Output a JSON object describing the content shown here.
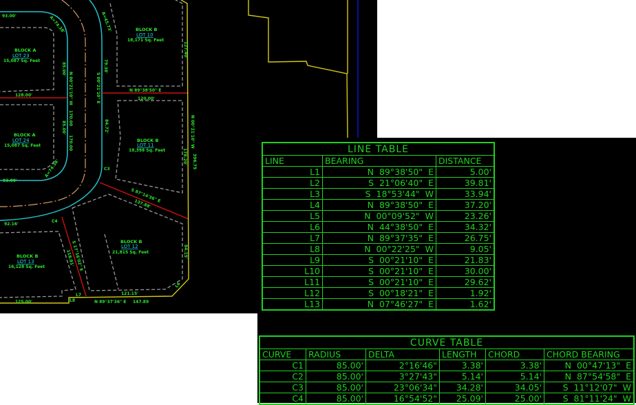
{
  "drawing": {
    "colors": {
      "background": "#000000",
      "text": "#2ee62e",
      "lot_label": "#22d6e8",
      "row_line": "#22c4cc",
      "centerline": "#d9a066",
      "lot_line": "#cc1111",
      "boundary": "#d4c814",
      "setback": "#9a9a9a",
      "easement": "#1010d0",
      "table": "#1fd11f"
    },
    "lots": [
      {
        "block": "BLOCK A",
        "lot": "LOT 23",
        "area": "15,087 Sq. Feet"
      },
      {
        "block": "BLOCK B",
        "lot": "LOT 10",
        "area": "18,171 Sq. Feet"
      },
      {
        "block": "BLOCK A",
        "lot": "LOT 24",
        "area": "15,087 Sq. Feet"
      },
      {
        "block": "BLOCK B",
        "lot": "LOT 11",
        "area": "18,398 Sq. Feet"
      },
      {
        "block": "BLOCK B",
        "lot": "LOT 13",
        "area": "16,128 Sq. Feet"
      },
      {
        "block": "BLOCK B",
        "lot": "LOT 12",
        "area": "21,815 Sq. Feet"
      }
    ],
    "annotations": {
      "a1": "93.00'",
      "a2": "A=74.38'",
      "a3": "A=45.73'",
      "a4": "128.00'",
      "a5": "85.00'",
      "a6": "N 00°21'10\" W",
      "a7": "79.38'",
      "a8": "S 00°21'10\" E",
      "a9": "127.40'",
      "a10": "N 89°38'50\" E",
      "a11": "120.00'",
      "a12": "170.00",
      "a13": "84.72'",
      "a14": "85.00'",
      "a15": "93.00'",
      "a16": "A=74.38'",
      "a17": "C3",
      "a18": "N 00°21'10\" W",
      "a19": "178.20'",
      "a20": "396.75",
      "a21": "S 87°14'36\" E",
      "a22": "137.88'",
      "a23": "92.16'",
      "a24": "C4",
      "a25": "S 17°16'02\" E",
      "a26": "118.81'",
      "a27": "L7",
      "a28": "84.15'",
      "a29": "125.00'",
      "a30": "121.15'",
      "a31": "N 89°37'36\" E",
      "a32": "147.89",
      "a33": "L6",
      "a34": "170.00",
      "a35": "L8"
    }
  },
  "line_table": {
    "title": "LINE TABLE",
    "headers": [
      "LINE",
      "BEARING",
      "DISTANCE"
    ],
    "rows": [
      {
        "line": "L1",
        "dir1": "N",
        "angle": "89°38'50\"",
        "dir2": "E",
        "distance": "5.00'"
      },
      {
        "line": "L2",
        "dir1": "S",
        "angle": "21°06'40\"",
        "dir2": "E",
        "distance": "39.81'"
      },
      {
        "line": "L3",
        "dir1": "S",
        "angle": "18°53'44\"",
        "dir2": "W",
        "distance": "33.94'"
      },
      {
        "line": "L4",
        "dir1": "N",
        "angle": "89°38'50\"",
        "dir2": "E",
        "distance": "37.20'"
      },
      {
        "line": "L5",
        "dir1": "N",
        "angle": "00°09'52\"",
        "dir2": "W",
        "distance": "23.26'"
      },
      {
        "line": "L6",
        "dir1": "N",
        "angle": "44°38'50\"",
        "dir2": "E",
        "distance": "34.32'"
      },
      {
        "line": "L7",
        "dir1": "N",
        "angle": "89°37'35\"",
        "dir2": "E",
        "distance": "26.75'"
      },
      {
        "line": "L8",
        "dir1": "N",
        "angle": "00°22'25\"",
        "dir2": "W",
        "distance": "9.05'"
      },
      {
        "line": "L9",
        "dir1": "S",
        "angle": "00°21'10\"",
        "dir2": "E",
        "distance": "21.83'"
      },
      {
        "line": "L10",
        "dir1": "S",
        "angle": "00°21'10\"",
        "dir2": "E",
        "distance": "30.00'"
      },
      {
        "line": "L11",
        "dir1": "S",
        "angle": "00°21'10\"",
        "dir2": "E",
        "distance": "29.62'"
      },
      {
        "line": "L12",
        "dir1": "S",
        "angle": "00°18'21\"",
        "dir2": "E",
        "distance": "1.92'"
      },
      {
        "line": "L13",
        "dir1": "N",
        "angle": "07°46'27\"",
        "dir2": "E",
        "distance": "1.62'"
      }
    ]
  },
  "curve_table": {
    "title": "CURVE TABLE",
    "headers": [
      "CURVE",
      "RADIUS",
      "DELTA",
      "LENGTH",
      "CHORD",
      "CHORD BEARING"
    ],
    "rows": [
      {
        "curve": "C1",
        "radius": "85.00'",
        "delta": "2°16'46\"",
        "length": "3.38'",
        "chord": "3.38'",
        "dir1": "N",
        "angle": "00°47'13\"",
        "dir2": "E"
      },
      {
        "curve": "C2",
        "radius": "85.00'",
        "delta": "3°27'43\"",
        "length": "5.14'",
        "chord": "5.14'",
        "dir1": "N",
        "angle": "87°54'58\"",
        "dir2": "E"
      },
      {
        "curve": "C3",
        "radius": "85.00'",
        "delta": "23°06'34\"",
        "length": "34.28'",
        "chord": "34.05'",
        "dir1": "S",
        "angle": "11°12'07\"",
        "dir2": "W"
      },
      {
        "curve": "C4",
        "radius": "85.00'",
        "delta": "16°54'52\"",
        "length": "25.09'",
        "chord": "25.00'",
        "dir1": "S",
        "angle": "81°11'24\"",
        "dir2": "W"
      }
    ]
  }
}
